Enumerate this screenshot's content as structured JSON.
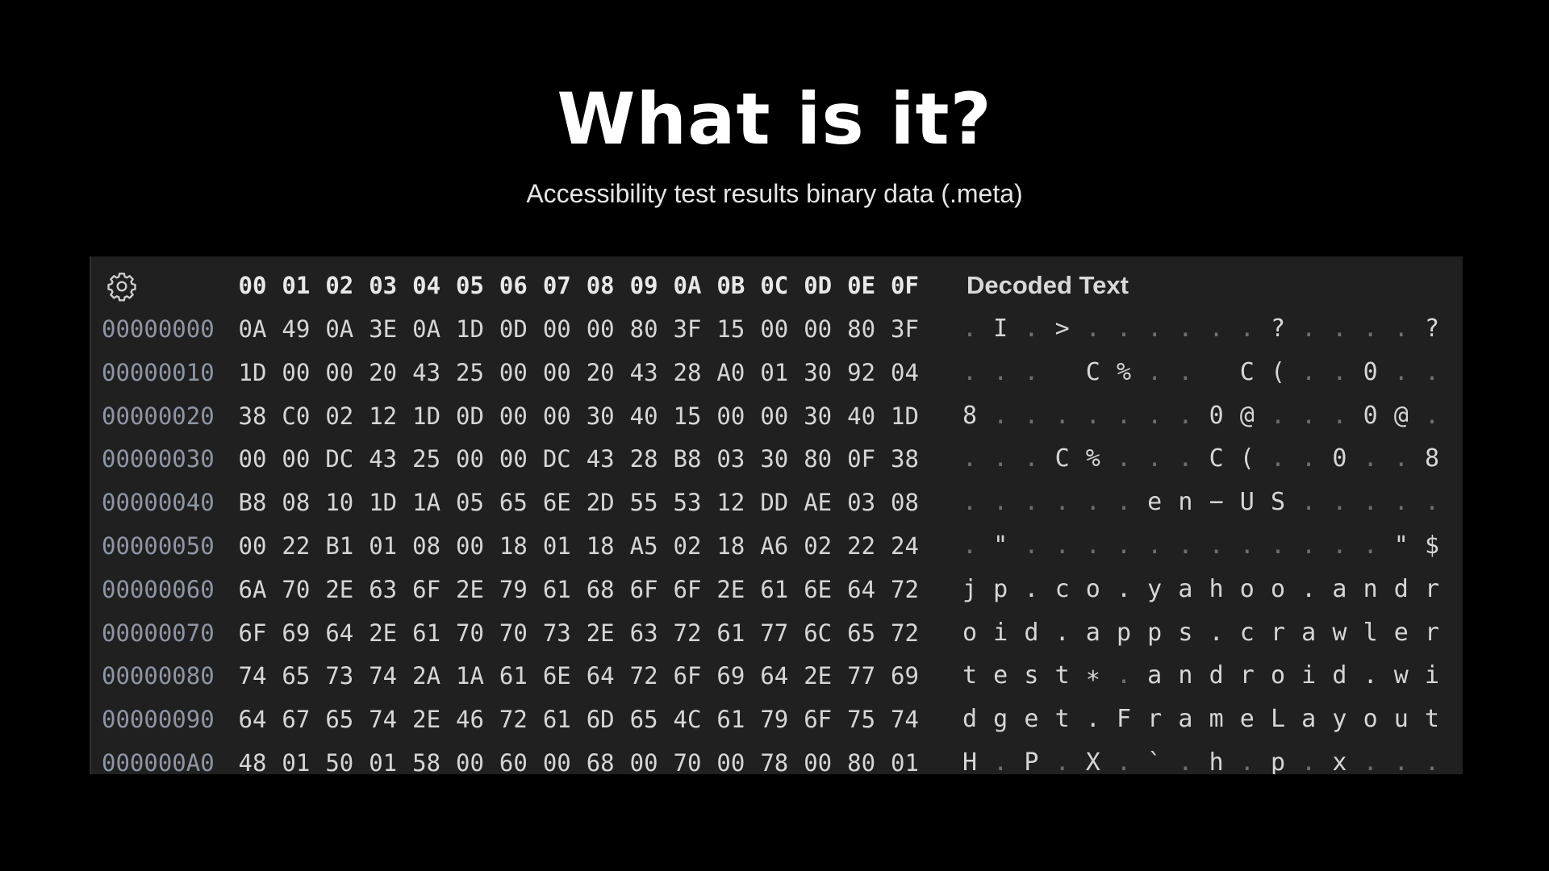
{
  "slide": {
    "title": "What is it?",
    "subtitle": "Accessibility test results binary data (.meta)"
  },
  "hex_viewer": {
    "settings_icon": "gear-icon",
    "column_headers": [
      "00",
      "01",
      "02",
      "03",
      "04",
      "05",
      "06",
      "07",
      "08",
      "09",
      "0A",
      "0B",
      "0C",
      "0D",
      "0E",
      "0F"
    ],
    "decoded_header": "Decoded Text",
    "rows": [
      {
        "offset": "00000000",
        "bytes": [
          "0A",
          "49",
          "0A",
          "3E",
          "0A",
          "1D",
          "0D",
          "00",
          "00",
          "80",
          "3F",
          "15",
          "00",
          "00",
          "80",
          "3F"
        ],
        "decoded": [
          ".",
          "I",
          ".",
          ">",
          ".",
          ".",
          ".",
          ".",
          ".",
          ".",
          "?",
          ".",
          ".",
          ".",
          ".",
          "?"
        ]
      },
      {
        "offset": "00000010",
        "bytes": [
          "1D",
          "00",
          "00",
          "20",
          "43",
          "25",
          "00",
          "00",
          "20",
          "43",
          "28",
          "A0",
          "01",
          "30",
          "92",
          "04"
        ],
        "decoded": [
          ".",
          ".",
          ".",
          " ",
          "C",
          "%",
          ".",
          ".",
          " ",
          "C",
          "(",
          ".",
          ".",
          "0",
          ".",
          "."
        ]
      },
      {
        "offset": "00000020",
        "bytes": [
          "38",
          "C0",
          "02",
          "12",
          "1D",
          "0D",
          "00",
          "00",
          "30",
          "40",
          "15",
          "00",
          "00",
          "30",
          "40",
          "1D"
        ],
        "decoded": [
          "8",
          ".",
          ".",
          ".",
          ".",
          ".",
          ".",
          ".",
          "0",
          "@",
          ".",
          ".",
          ".",
          "0",
          "@",
          "."
        ]
      },
      {
        "offset": "00000030",
        "bytes": [
          "00",
          "00",
          "DC",
          "43",
          "25",
          "00",
          "00",
          "DC",
          "43",
          "28",
          "B8",
          "03",
          "30",
          "80",
          "0F",
          "38"
        ],
        "decoded": [
          ".",
          ".",
          ".",
          "C",
          "%",
          ".",
          ".",
          ".",
          "C",
          "(",
          ".",
          ".",
          "0",
          ".",
          ".",
          "8"
        ]
      },
      {
        "offset": "00000040",
        "bytes": [
          "B8",
          "08",
          "10",
          "1D",
          "1A",
          "05",
          "65",
          "6E",
          "2D",
          "55",
          "53",
          "12",
          "DD",
          "AE",
          "03",
          "08"
        ],
        "decoded": [
          ".",
          ".",
          ".",
          ".",
          ".",
          ".",
          "e",
          "n",
          "−",
          "U",
          "S",
          ".",
          ".",
          ".",
          ".",
          "."
        ]
      },
      {
        "offset": "00000050",
        "bytes": [
          "00",
          "22",
          "B1",
          "01",
          "08",
          "00",
          "18",
          "01",
          "18",
          "A5",
          "02",
          "18",
          "A6",
          "02",
          "22",
          "24"
        ],
        "decoded": [
          ".",
          "\"",
          ".",
          ".",
          ".",
          ".",
          ".",
          ".",
          ".",
          ".",
          ".",
          ".",
          ".",
          ".",
          "\"",
          "$"
        ]
      },
      {
        "offset": "00000060",
        "bytes": [
          "6A",
          "70",
          "2E",
          "63",
          "6F",
          "2E",
          "79",
          "61",
          "68",
          "6F",
          "6F",
          "2E",
          "61",
          "6E",
          "64",
          "72"
        ],
        "decoded": [
          "j",
          "p",
          ".",
          "c",
          "o",
          ".",
          "y",
          "a",
          "h",
          "o",
          "o",
          ".",
          "a",
          "n",
          "d",
          "r"
        ]
      },
      {
        "offset": "00000070",
        "bytes": [
          "6F",
          "69",
          "64",
          "2E",
          "61",
          "70",
          "70",
          "73",
          "2E",
          "63",
          "72",
          "61",
          "77",
          "6C",
          "65",
          "72"
        ],
        "decoded": [
          "o",
          "i",
          "d",
          ".",
          "a",
          "p",
          "p",
          "s",
          ".",
          "c",
          "r",
          "a",
          "w",
          "l",
          "e",
          "r"
        ]
      },
      {
        "offset": "00000080",
        "bytes": [
          "74",
          "65",
          "73",
          "74",
          "2A",
          "1A",
          "61",
          "6E",
          "64",
          "72",
          "6F",
          "69",
          "64",
          "2E",
          "77",
          "69"
        ],
        "decoded": [
          "t",
          "e",
          "s",
          "t",
          "∗",
          ".",
          "a",
          "n",
          "d",
          "r",
          "o",
          "i",
          "d",
          ".",
          "w",
          "i"
        ]
      },
      {
        "offset": "00000090",
        "bytes": [
          "64",
          "67",
          "65",
          "74",
          "2E",
          "46",
          "72",
          "61",
          "6D",
          "65",
          "4C",
          "61",
          "79",
          "6F",
          "75",
          "74"
        ],
        "decoded": [
          "d",
          "g",
          "e",
          "t",
          ".",
          "F",
          "r",
          "a",
          "m",
          "e",
          "L",
          "a",
          "y",
          "o",
          "u",
          "t"
        ]
      },
      {
        "offset": "000000A0",
        "bytes": [
          "48",
          "01",
          "50",
          "01",
          "58",
          "00",
          "60",
          "00",
          "68",
          "00",
          "70",
          "00",
          "78",
          "00",
          "80",
          "01"
        ],
        "decoded": [
          "H",
          ".",
          "P",
          ".",
          "X",
          ".",
          "`",
          ".",
          "h",
          ".",
          "p",
          ".",
          "x",
          ".",
          ".",
          "."
        ]
      }
    ]
  }
}
